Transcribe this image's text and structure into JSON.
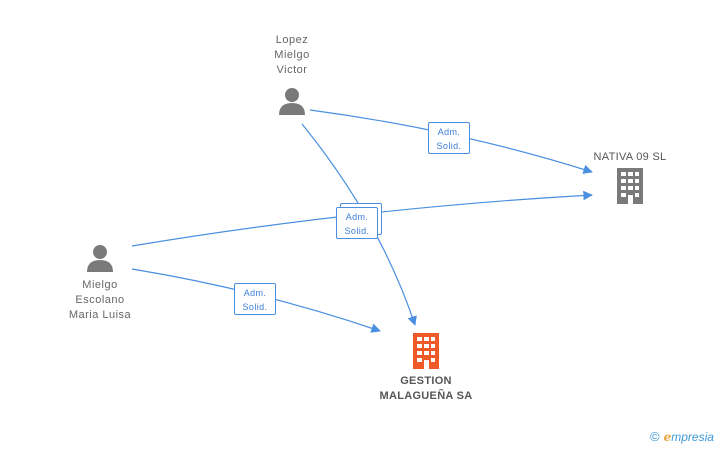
{
  "nodes": {
    "lopez": {
      "lines": [
        "Lopez",
        "Mielgo",
        "Victor"
      ]
    },
    "mielgo": {
      "lines": [
        "Mielgo",
        "Escolano",
        "Maria Luisa"
      ]
    },
    "nativa": {
      "name": "NATIVA 09 SL"
    },
    "gestion": {
      "lines": [
        "GESTION",
        "MALAGUEÑA SA"
      ]
    }
  },
  "relations": {
    "lopez_nativa": [
      "Adm.",
      "Solid."
    ],
    "center": [
      "Adm.",
      "Solid."
    ],
    "mielgo_gestion": [
      "Adm.",
      "Solid."
    ]
  },
  "brand": {
    "copyright": "©",
    "e": "e",
    "rest": "mpresia"
  },
  "colors": {
    "edge": "#4a8fe0",
    "person": "#7a7a7a",
    "company": "#7a7a7a",
    "company_main": "#f05a28"
  }
}
